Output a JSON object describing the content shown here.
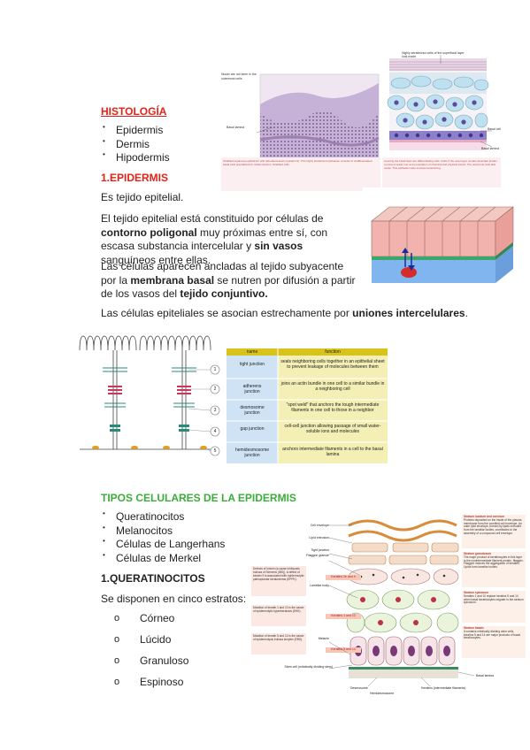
{
  "histologia": {
    "title": "HISTOLOGÍA",
    "items": [
      "Epidermis",
      "Dermis",
      "Hipodermis"
    ]
  },
  "epidermis": {
    "heading": "1.EPIDERMIS",
    "p1": "Es tejido epitelial.",
    "p2": {
      "a": "El tejido epitelial está  constituido por células de  ",
      "b": "contorno poligonal",
      "c": " muy  próximas entre sí, con escasa  substancia intercelular y ",
      "d": "sin  vasos",
      "e": " sanguíneos entre ellas."
    },
    "p3": {
      "a": "Las células aparecen ancladas al  tejido subyacente por la ",
      "b": "membrana basal",
      "c": " se nutren por difusión a partir  de los vasos del ",
      "d": "tejido  conjuntivo."
    },
    "p4": {
      "a": "Las células epiteliales se asocian estrechamente por ",
      "b": "uniones intercelulares",
      "c": "."
    }
  },
  "figure1": {
    "labels": {
      "nuclei": "Nuclei are not seen in the outermost cells",
      "basal_lamina": "Basal lamina",
      "flat": "Highly keratinized cells of the superficial layer look made",
      "basal": "Basal cell",
      "basal_lamina2": "Basal lamina"
    },
    "caption_left": "Stratified squamous epithelium with abundant keratin (epidermis). This highly keratinized epithelium consists of undifferentiated basal cells specialized for mitotic division. Stratified cells",
    "caption_right": "covering the basal layer are differentiating cells. Cells of the outer layer contain abundant keratin to prevent water loss and penetration of chemical and physical insults. The outermost cells lack nuclei. This epithelium also involves keratinizing."
  },
  "junctions_table": {
    "headers": [
      "name",
      "function"
    ],
    "rows": [
      {
        "num": "1",
        "name": "tight junction",
        "fn": "seals neighboring cells together in an epithelial sheet to prevent leakage of molecules between them"
      },
      {
        "num": "2",
        "name": "adherens junction",
        "fn": "joins an actin bundle in one cell to a similar bundle in a neighboring cell"
      },
      {
        "num": "3",
        "name": "desmosome junction",
        "fn": "\"spot weld\" that anchors the tough intermediate filaments in one cell to those in a neighbor"
      },
      {
        "num": "4",
        "name": "gap junction",
        "fn": "cell-cell junction allowing passage of small water-soluble ions and molecules"
      },
      {
        "num": "5",
        "name": "hemidesmosome junction",
        "fn": "anchors intermediate filaments in a cell to the basal lamina"
      }
    ]
  },
  "tipos": {
    "heading": "TIPOS CELULARES DE LA EPIDERMIS",
    "items": [
      "Queratinocitos",
      "Melanocitos",
      "Células de Langerhans",
      "Células de Merkel"
    ]
  },
  "queratinocitos": {
    "heading": "1.QUERATINOCITOS",
    "intro": "Se disponen en cinco estratos:",
    "strata": [
      "Córneo",
      "Lúcido",
      "Granuloso",
      "Espinoso"
    ]
  },
  "figure2": {
    "left_labels": [
      "Cell envelope",
      "Lipid extrusion",
      "Tight junction",
      "Filaggrin granule",
      "Keratins 2e and 9",
      "Lamellar body",
      "Keratins 1 and 10",
      "Melanin",
      "Keratins 5 and 14",
      "Stem cell (mitotically dividing stem)",
      "Desmosome",
      "Hemidesmosome",
      "Basal lamina",
      "Keratins (intermediate filaments)"
    ],
    "notes": [
      "Defects of loricrin (a cause ichthyosis bullosa of Siemens (IBS)). A defect of keratin 9 is associated with epidermolytic palmoplantar keratoderma (EPPK).",
      "Mutation of keratin 1 and 10 is the cause of epidermolytic hyperkeratosis (EHK).",
      "Mutation of keratin 5 and 14 is the cause of epidermolysis bullosa simplex (EBS)."
    ],
    "right_text": [
      {
        "title": "Stratum lucidum and corneum",
        "body": "Proteins deposited on the inside of the plasma membrane form the cornified cell envelope. An outer lipid envelope, formed by lipids extruded from the lamellar bodies, contributes to the assembly of a compound cell envelope."
      },
      {
        "title": "Stratum granulosum",
        "body": "The major product of keratinocytes in this layer is the nonintermediate filament protein, filaggrin. Filaggrin induces the aggregation of keratins. Lipids form lamellar bodies."
      },
      {
        "title": "Stratum spinosum",
        "body": "Keratins 1 and 10 replace keratins 5 and 14 when basal keratinocytes migrate to the stratum spinosum."
      },
      {
        "title": "Stratum basale",
        "body": "It contains mitotically dividing stem cells, keratins 5 and 14 are major products of basal keratinocytes."
      }
    ]
  },
  "colors": {
    "red": "#e2231a",
    "table_header": "#d8c21c",
    "table_name": "#cfe3f4",
    "table_fn": "#f4efb4"
  }
}
